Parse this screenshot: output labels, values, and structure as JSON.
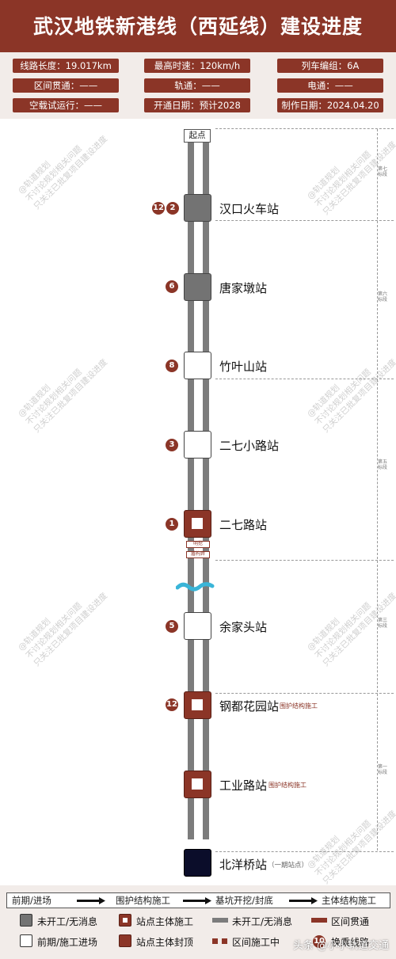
{
  "header": {
    "title": "武汉地铁新港线（西延线）建设进度",
    "info": [
      "线路长度：19.017km",
      "最高时速：120km/h",
      "列车编组：6A",
      "区间贯通：——",
      "轨通：——",
      "电通：——",
      "空载试运行：——",
      "开通日期：预计2028",
      "制作日期：2024.04.20"
    ]
  },
  "line": {
    "start_label": "起点",
    "stations": [
      {
        "name": "汉口火车站",
        "status": "not-started",
        "transfers": [
          "12",
          "2"
        ],
        "note": ""
      },
      {
        "name": "唐家墩站",
        "status": "not-started",
        "transfers": [
          "6"
        ],
        "note": ""
      },
      {
        "name": "竹叶山站",
        "status": "preliminary",
        "transfers": [
          "8"
        ],
        "note": ""
      },
      {
        "name": "二七小路站",
        "status": "preliminary",
        "transfers": [
          "3"
        ],
        "note": ""
      },
      {
        "name": "二七路站",
        "status": "main-structure",
        "transfers": [
          "1"
        ],
        "note": ""
      },
      {
        "name": "余家头站",
        "status": "preliminary",
        "transfers": [
          "5"
        ],
        "note": ""
      },
      {
        "name": "钢都花园站",
        "status": "main-structure",
        "transfers": [
          "12"
        ],
        "note": "围护结构施工"
      },
      {
        "name": "工业路站",
        "status": "main-structure",
        "transfers": [],
        "note": "围护结构施工"
      },
      {
        "name": "北洋桥站",
        "status": "operating",
        "transfers": [],
        "note": "（一期站点）"
      }
    ],
    "mini_tags": [
      "明挖",
      "盾构井"
    ],
    "sections": [
      "第七标段",
      "第六标段",
      "第五标段",
      "第三标段",
      "第一标段"
    ]
  },
  "watermark": [
    "@轨道规划",
    "不讨论规划相关问题",
    "只关注已批复项目建设进度"
  ],
  "footer": {
    "flow": [
      "前期/进场",
      "围护结构施工",
      "基坑开挖/封底",
      "主体结构施工"
    ],
    "legend": [
      "未开工/无消息",
      "站点主体施工",
      "未开工/无消息",
      "区间贯通",
      "前期/施工进场",
      "站点主体封顶",
      "区间施工中",
      "换乘线路"
    ],
    "legend_badge": "10",
    "credit": "头条 @小小轨道交通"
  },
  "colors": {
    "brand": "#8b3527",
    "track": "#7c7c7c",
    "not_started": "#737373",
    "operating": "#0b0d2a",
    "water": "#3ab5d8"
  }
}
